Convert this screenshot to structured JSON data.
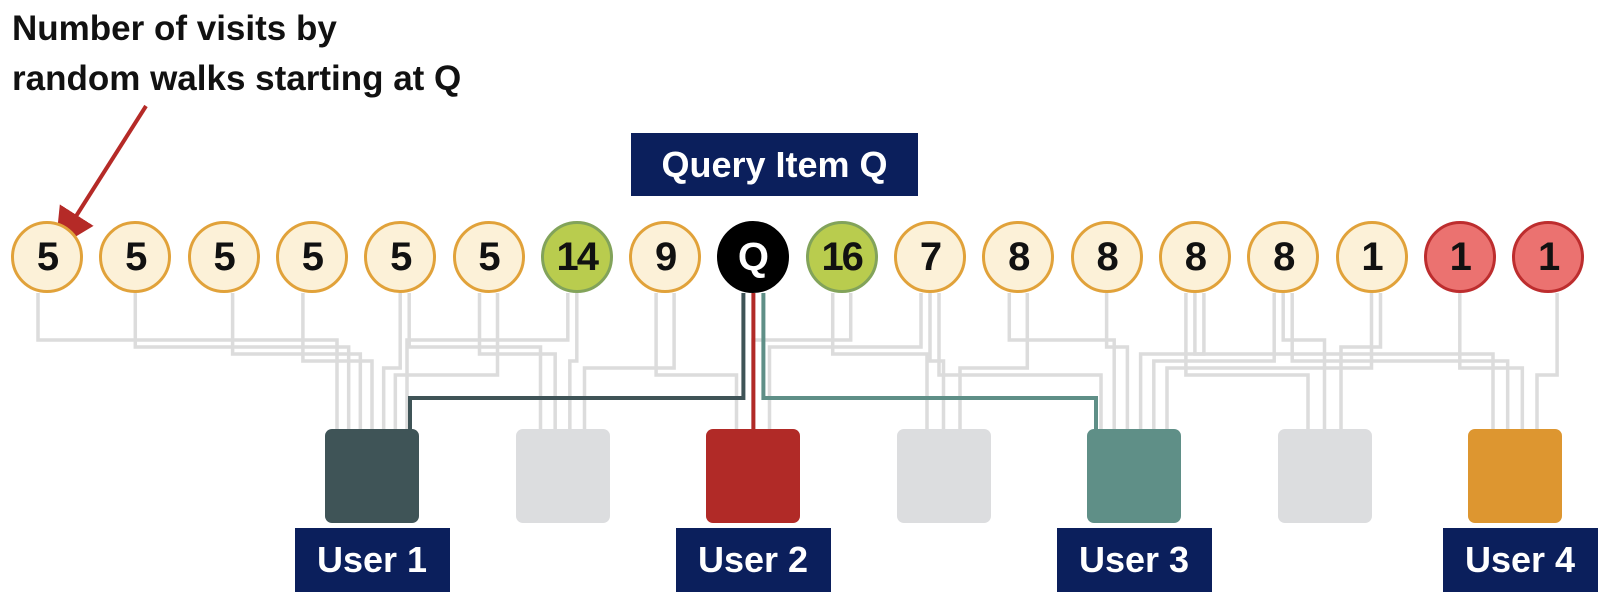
{
  "annotation": {
    "line1": "Number of visits by",
    "line2": "random walks starting at Q"
  },
  "query_label": "Query Item Q",
  "colors": {
    "navy": "#0b1f5c",
    "node_fill": "#fcf1d8",
    "node_border": "#e1a23a",
    "green_fill": "#b9cc4e",
    "red_fill": "#eb7270",
    "arrow": "#b52a27",
    "edge": "#dcdcdc"
  },
  "items": [
    {
      "label": "5",
      "style": "normal"
    },
    {
      "label": "5",
      "style": "normal"
    },
    {
      "label": "5",
      "style": "normal"
    },
    {
      "label": "5",
      "style": "normal"
    },
    {
      "label": "5",
      "style": "normal"
    },
    {
      "label": "5",
      "style": "normal"
    },
    {
      "label": "14",
      "style": "green"
    },
    {
      "label": "9",
      "style": "normal"
    },
    {
      "label": "Q",
      "style": "query"
    },
    {
      "label": "16",
      "style": "green"
    },
    {
      "label": "7",
      "style": "normal"
    },
    {
      "label": "8",
      "style": "normal"
    },
    {
      "label": "8",
      "style": "normal"
    },
    {
      "label": "8",
      "style": "normal"
    },
    {
      "label": "8",
      "style": "normal"
    },
    {
      "label": "1",
      "style": "normal"
    },
    {
      "label": "1",
      "style": "red"
    },
    {
      "label": "1",
      "style": "red"
    }
  ],
  "users": [
    {
      "label": "User 1",
      "color": "#3f5457"
    },
    {
      "label": "",
      "color": "#dcdddf"
    },
    {
      "label": "User 2",
      "color": "#b12a27"
    },
    {
      "label": "",
      "color": "#dcdddf"
    },
    {
      "label": "User 3",
      "color": "#5f8f87"
    },
    {
      "label": "",
      "color": "#dcdddf"
    },
    {
      "label": "User 4",
      "color": "#dd9630"
    }
  ],
  "highlight_edges": [
    {
      "from_item": 8,
      "to_user": 0,
      "color": "#3f5457"
    },
    {
      "from_item": 8,
      "to_user": 2,
      "color": "#b12a27"
    },
    {
      "from_item": 8,
      "to_user": 4,
      "color": "#5f8f87"
    }
  ],
  "edges": [
    [
      0,
      0
    ],
    [
      1,
      0
    ],
    [
      2,
      0
    ],
    [
      3,
      0
    ],
    [
      4,
      0
    ],
    [
      5,
      0
    ],
    [
      6,
      0
    ],
    [
      4,
      1
    ],
    [
      5,
      1
    ],
    [
      6,
      1
    ],
    [
      7,
      1
    ],
    [
      7,
      2
    ],
    [
      9,
      2
    ],
    [
      10,
      2
    ],
    [
      9,
      3
    ],
    [
      10,
      3
    ],
    [
      11,
      3
    ],
    [
      10,
      4
    ],
    [
      11,
      4
    ],
    [
      12,
      4
    ],
    [
      13,
      4
    ],
    [
      14,
      4
    ],
    [
      15,
      4
    ],
    [
      13,
      5
    ],
    [
      14,
      5
    ],
    [
      15,
      5
    ],
    [
      13,
      6
    ],
    [
      14,
      6
    ],
    [
      16,
      6
    ],
    [
      17,
      6
    ]
  ]
}
